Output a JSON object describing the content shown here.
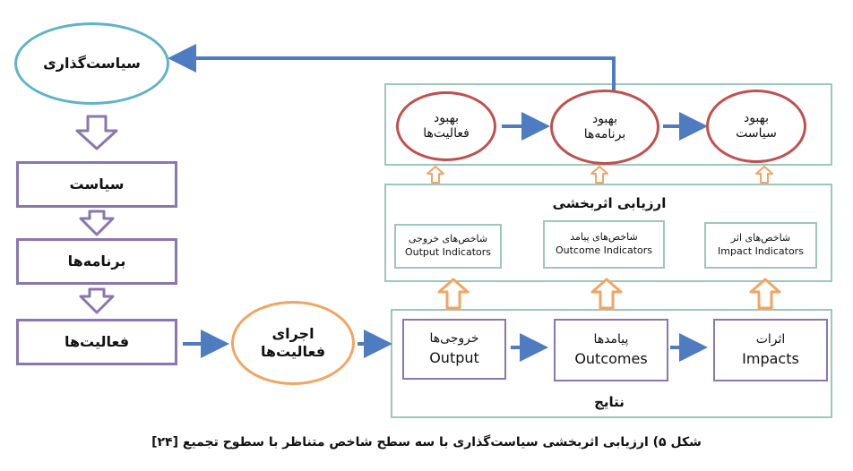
{
  "colors": {
    "blue_arrow": "#4f7cc0",
    "orange": "#f2a461",
    "purple": "#8a76b0",
    "teal_oval": "#5fb3c8",
    "red_oval": "#c0504d",
    "green_box": "#9cc7bd"
  },
  "left_column": {
    "policy_making": "سیاست‌گذاری",
    "policy": "سیاست",
    "programs": "برنامه‌ها",
    "activities": "فعالیت‌ها"
  },
  "implement": {
    "line1": "اجرای",
    "line2": "فعالیت‌ها"
  },
  "improvement": {
    "activities": {
      "line1": "بهبود",
      "line2": "فعالیت‌ها"
    },
    "programs": {
      "line1": "بهبود",
      "line2": "برنامه‌ها"
    },
    "policy": {
      "line1": "بهبود",
      "line2": "سیاست"
    }
  },
  "evaluation": {
    "title": "ارزیابی اثربخشی",
    "output_indicators": {
      "fa": "شاخص‌های خروجی",
      "en": "Output Indicators"
    },
    "outcome_indicators": {
      "fa": "شاخص‌های پیامد",
      "en": "Outcome Indicators"
    },
    "impact_indicators": {
      "fa": "شاخص‌های اثر",
      "en": "Impact Indicators"
    }
  },
  "results": {
    "title": "نتایج",
    "output": {
      "fa": "خروجی‌ها",
      "en": "Output"
    },
    "outcomes": {
      "fa": "پیامدها",
      "en": "Outcomes"
    },
    "impacts": {
      "fa": "اثرات",
      "en": "Impacts"
    }
  },
  "caption": "شکل ۵) ارزیابی اثربخشی سیاست‌گذاری با سه سطح شاخص متناظر با سطوح تجمیع [۲۴]"
}
